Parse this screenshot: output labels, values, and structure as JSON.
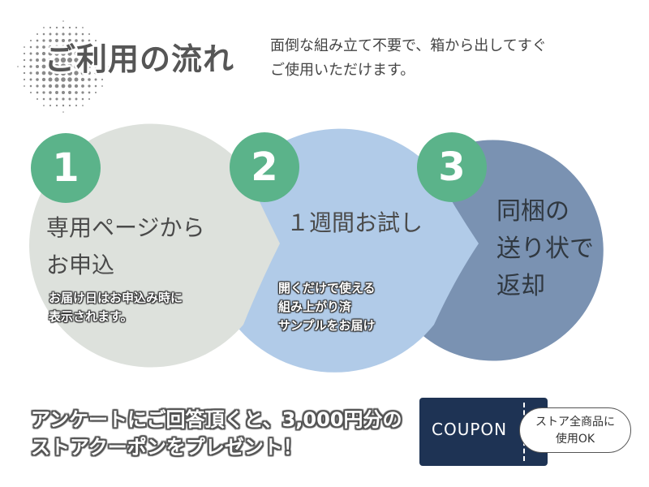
{
  "header": {
    "title": "ご利用の流れ",
    "intro_line1": "面倒な組み立て不要で、箱から出してすぐ",
    "intro_line2": "ご使用いただけます。"
  },
  "steps": [
    {
      "number": "1",
      "title_line1": "専用ページから",
      "title_line2": "お申込",
      "note_line1": "お届け日はお申込み時に",
      "note_line2": "表示されます。",
      "color": "#dde1dc"
    },
    {
      "number": "2",
      "title_line1": "１週間お試し",
      "note_line1": "開くだけで使える",
      "note_line2": "組み上がり済",
      "note_line3": "サンプルをお届け",
      "color": "#b1cbe8"
    },
    {
      "number": "3",
      "title_line1": "同梱の",
      "title_line2": "送り状で",
      "title_line3": "返却",
      "color": "#7a92b2"
    }
  ],
  "number_color": "#5bb38a",
  "footer": {
    "line1": "アンケートにご回答頂くと、3,000円分の",
    "line2": "ストアクーポンをプレゼント！",
    "coupon_label": "COUPON",
    "bubble_line1": "ストア全商品に",
    "bubble_line2": "使用OK",
    "coupon_color": "#1e3354"
  }
}
